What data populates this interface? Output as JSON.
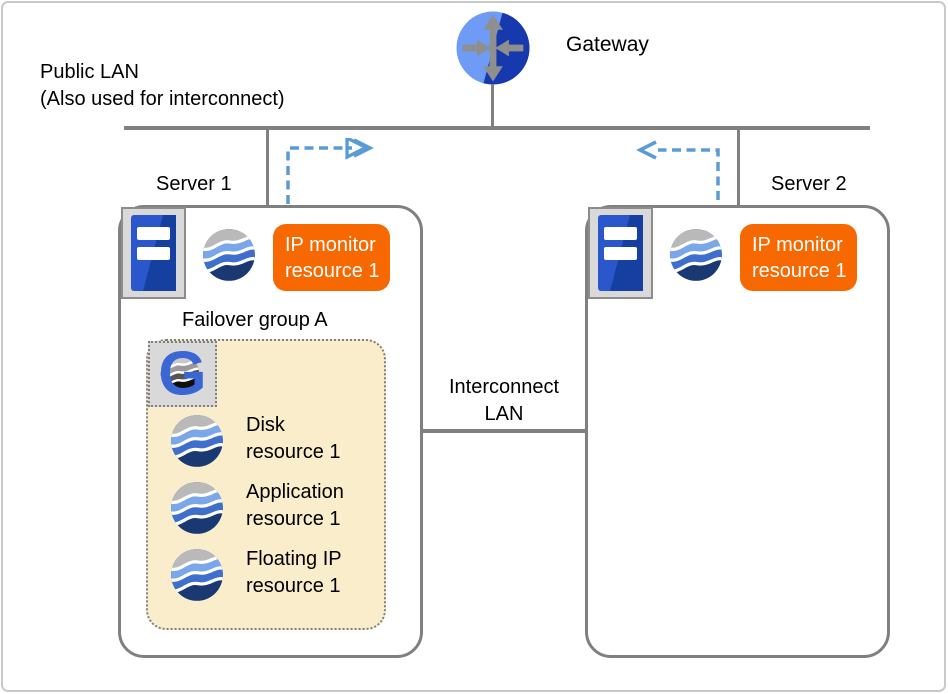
{
  "gateway": {
    "label": "Gateway"
  },
  "public_lan": {
    "line1": "Public LAN",
    "line2": "(Also used for interconnect)"
  },
  "interconnect_lan": {
    "line1": "Interconnect",
    "line2": "LAN"
  },
  "server1": {
    "label": "Server 1",
    "ip_monitor": {
      "line1": "IP monitor",
      "line2": "resource 1"
    }
  },
  "server2": {
    "label": "Server 2",
    "ip_monitor": {
      "line1": "IP monitor",
      "line2": "resource 1"
    }
  },
  "failover_group": {
    "label": "Failover group A",
    "resources": [
      {
        "line1": "Disk",
        "line2": "resource 1"
      },
      {
        "line1": "Application",
        "line2": "resource 1"
      },
      {
        "line1": "Floating IP",
        "line2": "resource 1"
      }
    ]
  },
  "colors": {
    "line_gray": "#808080",
    "frame_gray": "#C9C9C9",
    "arrow_blue": "#5B9BD5",
    "badge_orange": "#F76900",
    "group_fill": "#FAEDCB",
    "server_blue": "#1C4AB8",
    "gateway_light_blue": "#6D9BF5",
    "gateway_dark_blue": "#1639AE",
    "wave_gray": "#B9B9B9",
    "wave_light_blue": "#7AA7EA",
    "wave_mid_blue": "#3F6FCC",
    "wave_navy": "#1A3973"
  }
}
